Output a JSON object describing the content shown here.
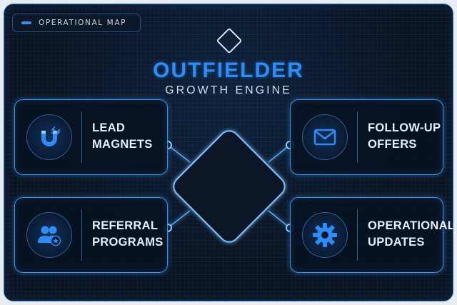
{
  "tag": {
    "label": "OPERATIONAL MAP"
  },
  "title": "OUTFIELDER",
  "subtitle": "GROWTH ENGINE",
  "colors": {
    "accent": "#2f8bf5",
    "card_border": "#3a8ee8",
    "background": "#0b1422",
    "text": "#e6eef7"
  },
  "cards": [
    {
      "lines": [
        "LEAD",
        "MAGNETS"
      ],
      "icon": "magnet-icon"
    },
    {
      "lines": [
        "FOLLOW-UP",
        "OFFERS"
      ],
      "icon": "envelope-icon"
    },
    {
      "lines": [
        "REFERRAL",
        "PROGRAMS"
      ],
      "icon": "users-star-icon"
    },
    {
      "lines": [
        "OPERATIONAL",
        "UPDATES"
      ],
      "icon": "gear-icon"
    }
  ]
}
